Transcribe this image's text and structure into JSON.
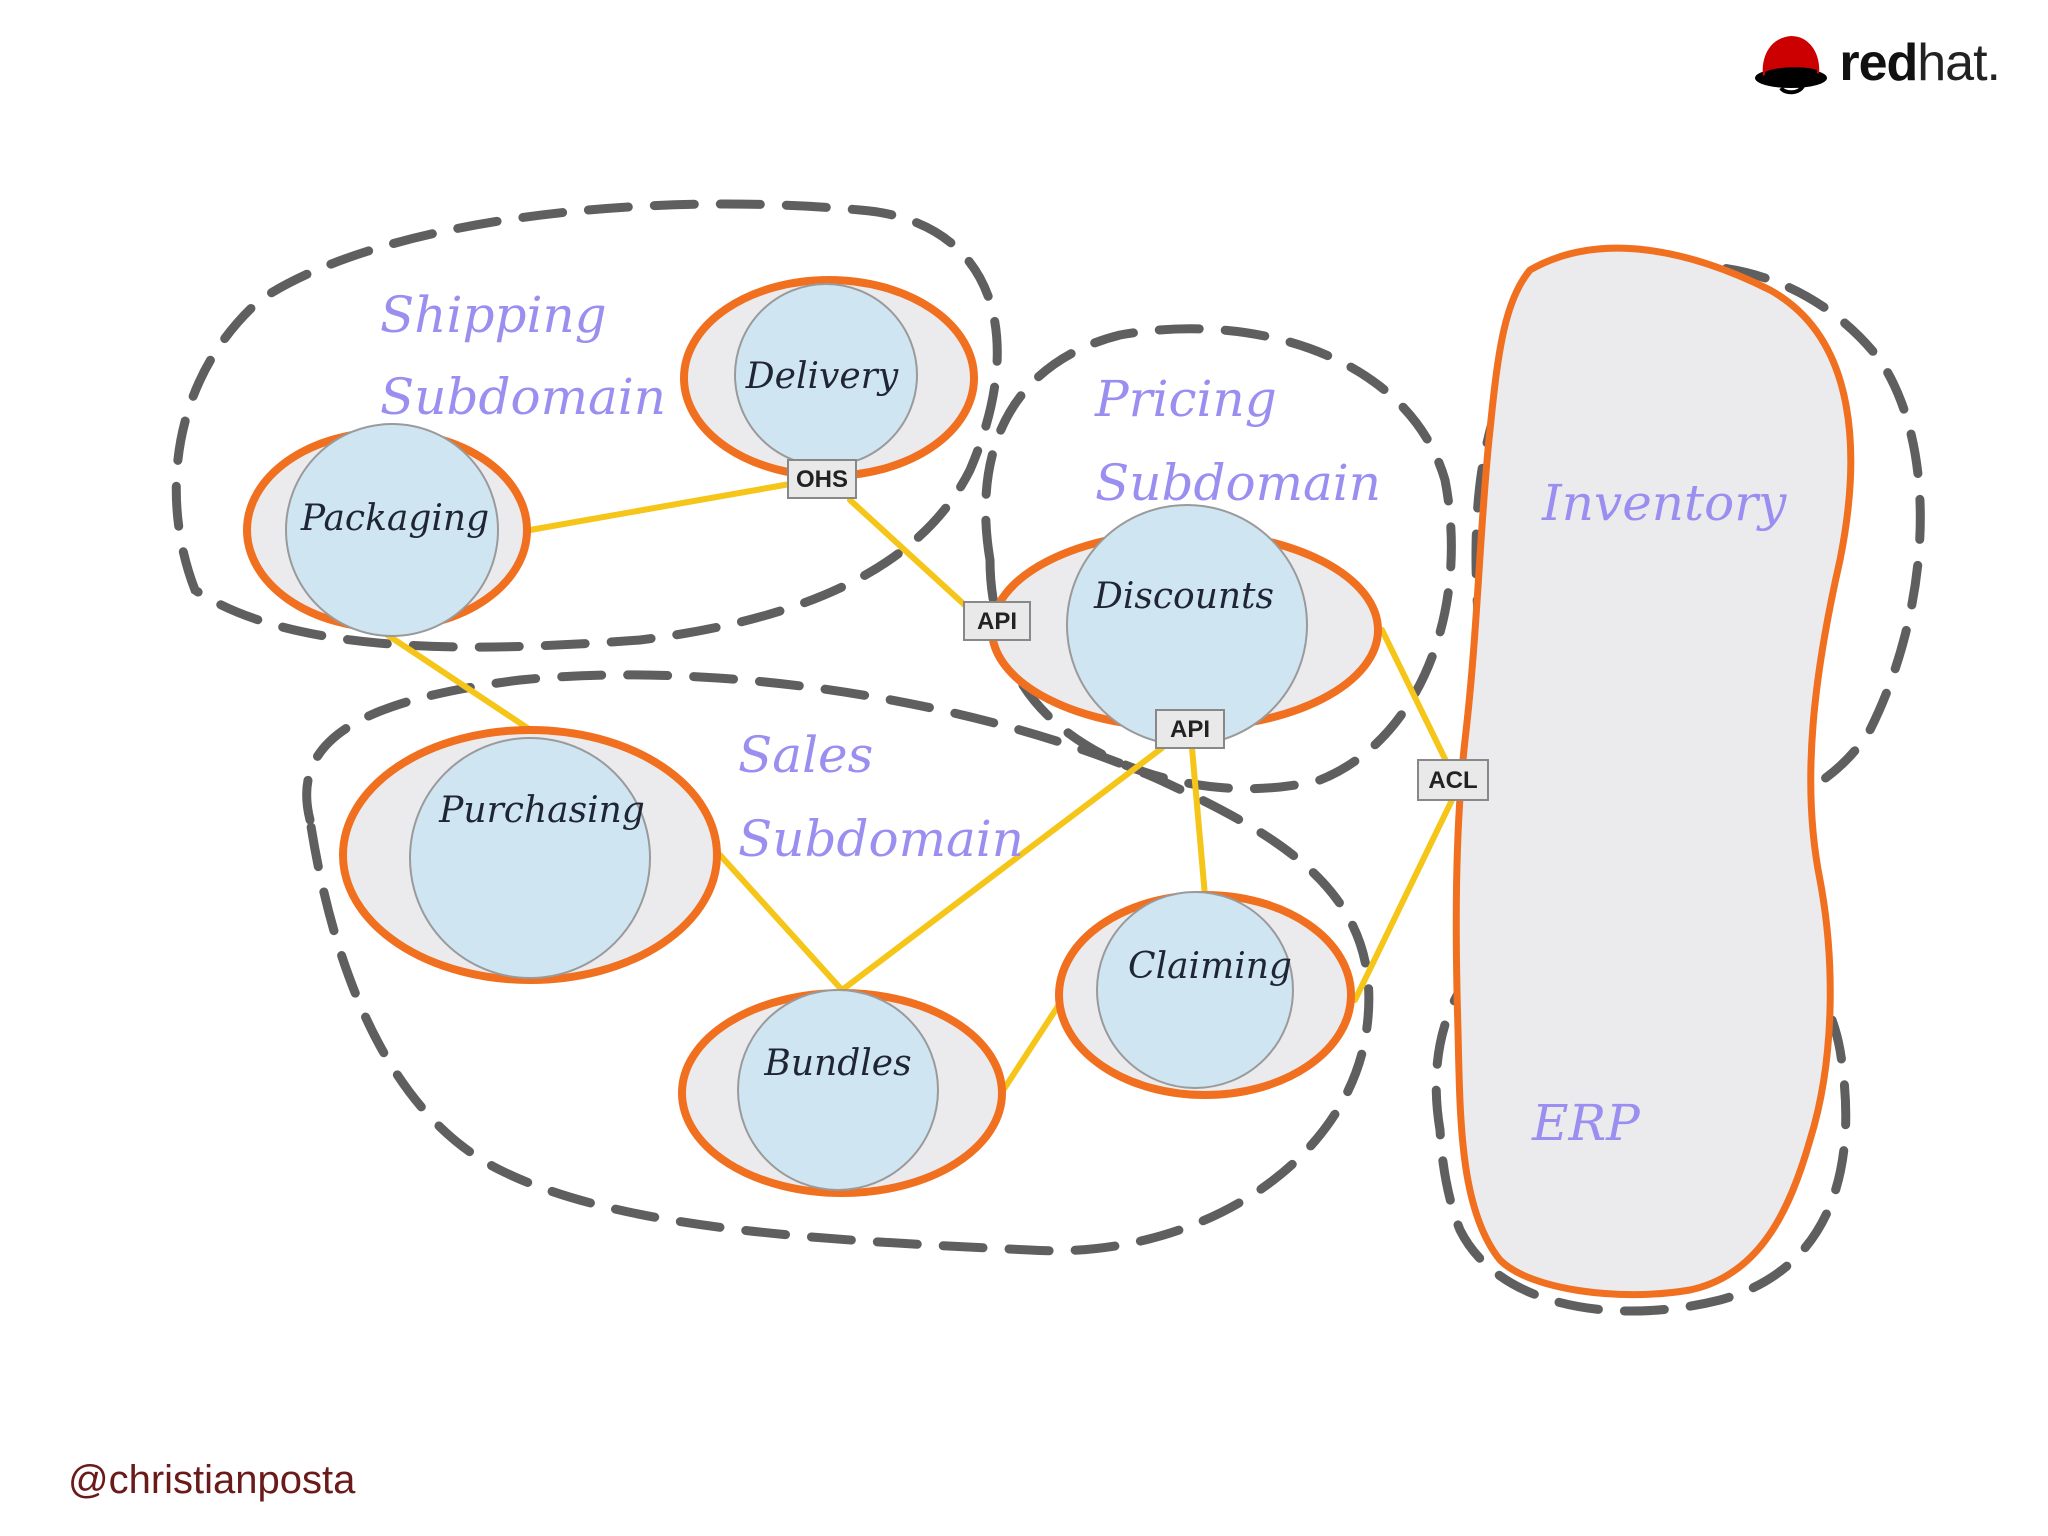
{
  "logo": {
    "text_bold": "red",
    "text_light": "hat."
  },
  "footer": {
    "handle": "@christianposta"
  },
  "regions": {
    "shipping": [
      "Shipping",
      "Subdomain"
    ],
    "pricing": [
      "Pricing",
      "Subdomain"
    ],
    "sales": [
      "Sales",
      "Subdomain"
    ],
    "inventory": "Inventory",
    "erp": "ERP"
  },
  "contexts": {
    "delivery": "Delivery",
    "packaging": "Packaging",
    "discounts": "Discounts",
    "purchasing": "Purchasing",
    "bundles": "Bundles",
    "claiming": "Claiming"
  },
  "connectors": {
    "ohs": "OHS",
    "api_left": "API",
    "api_bottom": "API",
    "acl": "ACL"
  },
  "colors": {
    "region_dash": "#5f5f5f",
    "context_ring": "#f07020",
    "context_outer_fill": "#ebebee",
    "context_inner_fill": "#cfe5f2",
    "link": "#f5c518",
    "region_label": "#9a8ff0",
    "handle_text": "#6b1a1a"
  }
}
